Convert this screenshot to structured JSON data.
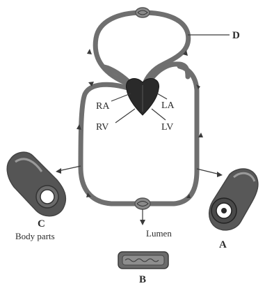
{
  "labels": {
    "ra": "RA",
    "la": "LA",
    "rv": "RV",
    "lv": "LV",
    "d": "D",
    "a": "A",
    "b": "B",
    "c": "C",
    "body_parts": "Body parts",
    "lumen": "Lumen"
  },
  "colors": {
    "vessel": "#6f6f6f",
    "heart": "#2a2a2a",
    "text": "#2b2b2b"
  }
}
